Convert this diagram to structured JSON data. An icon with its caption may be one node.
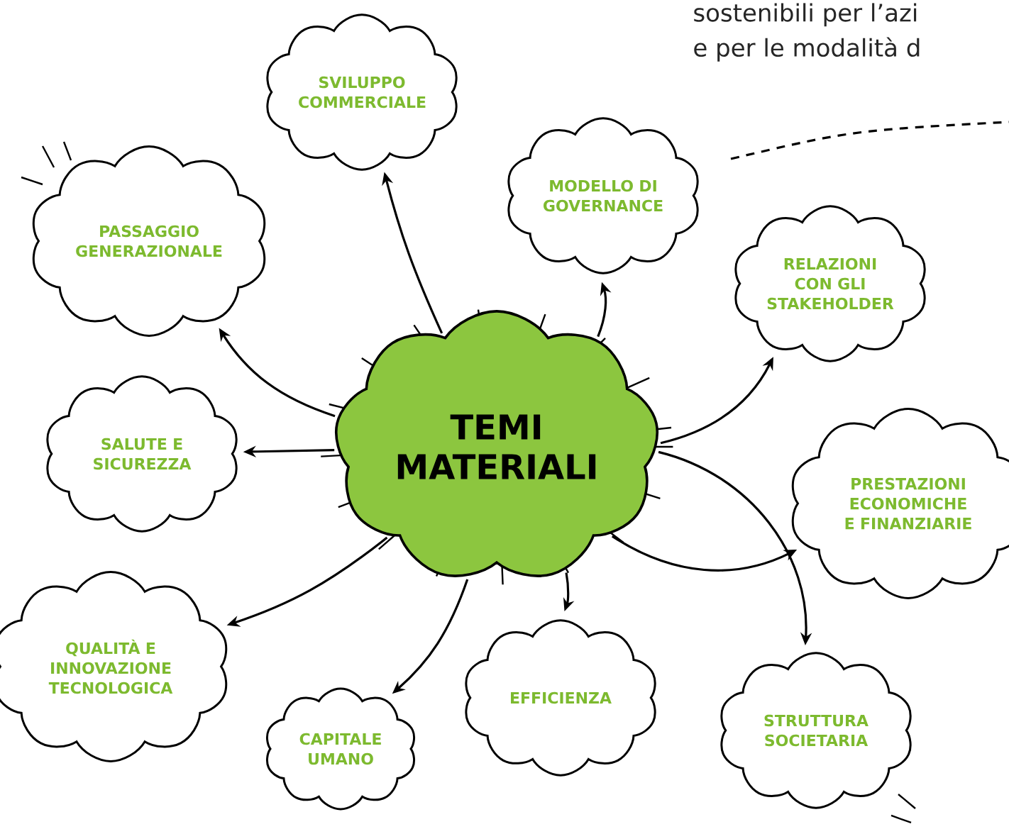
{
  "diagram": {
    "nodes": [
      {
        "text": [
          "TEMI MATERIALI"
        ]
      },
      {
        "text": [
          "SVILUPPO COMMERCIALE"
        ]
      },
      {
        "text": [
          "MODELLO DI GOVERNANCE"
        ]
      },
      {
        "text": [
          "PASSAGGIO GENERAZIONALE"
        ]
      },
      {
        "text": [
          "RELAZIONI CON GLI STAKEHOLDER"
        ]
      },
      {
        "text": [
          "SALUTE E SICUREZZA"
        ]
      },
      {
        "text": [
          "PRESTAZIONI ECONOMICHE E FINANZIARIE"
        ]
      },
      {
        "text": [
          "QUALITÀ E INNOVAZIONE TECNOLOGICA"
        ]
      },
      {
        "text": [
          "EFFICIENZA"
        ]
      },
      {
        "text": [
          "STRUTTURA SOCIETARIA"
        ]
      },
      {
        "text": [
          "CAPITALE UMANO"
        ]
      }
    ],
    "edges": [
      {
        "from": 0,
        "to": 1,
        "arrow": "to"
      },
      {
        "from": 0,
        "to": 2,
        "arrow": "to"
      },
      {
        "from": 0,
        "to": 3,
        "arrow": "to"
      },
      {
        "from": 0,
        "to": 4,
        "arrow": "to"
      },
      {
        "from": 0,
        "to": 5,
        "arrow": "to"
      },
      {
        "from": 0,
        "to": 6,
        "arrow": "to"
      },
      {
        "from": 0,
        "to": 7,
        "arrow": "to"
      },
      {
        "from": 0,
        "to": 8,
        "arrow": "to"
      },
      {
        "from": 0,
        "to": 9,
        "arrow": "to"
      },
      {
        "from": 0,
        "to": 10,
        "arrow": "to"
      }
    ],
    "labels": [
      "sostenibili per l’azi",
      "e per le modalità d"
    ]
  }
}
